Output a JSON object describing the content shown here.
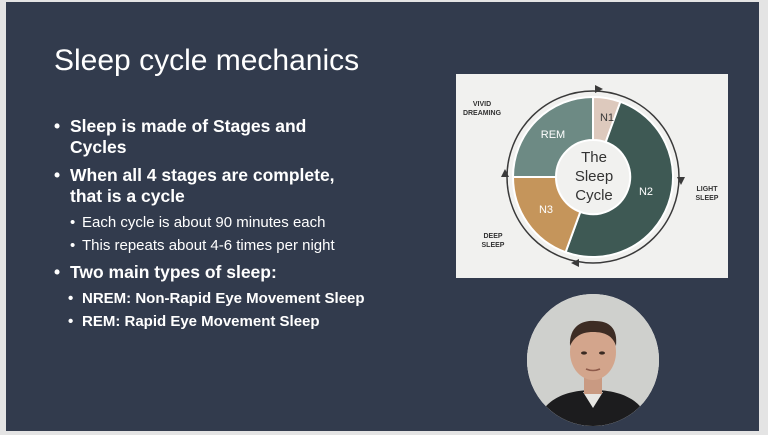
{
  "slide": {
    "title": "Sleep cycle mechanics",
    "bullets": [
      {
        "text": "Sleep is made of Stages and Cycles"
      },
      {
        "text": "When all 4 stages are complete, that is a cycle",
        "sub": [
          "Each cycle is about 90 minutes each",
          "This repeats about 4-6 times per night"
        ]
      },
      {
        "text": "Two main types of sleep:",
        "sub": [
          "NREM: Non-Rapid Eye Movement Sleep",
          "REM: Rapid Eye Movement Sleep"
        ]
      }
    ]
  },
  "figure": {
    "center_line1": "The",
    "center_line2": "Sleep",
    "center_line3": "Cycle",
    "labels": {
      "vivid1": "VIVID",
      "vivid2": "DREAMING",
      "light1": "LIGHT",
      "light2": "SLEEP",
      "deep1": "DEEP",
      "deep2": "SLEEP"
    },
    "segments": [
      {
        "name": "N1",
        "color": "#ddc9bd"
      },
      {
        "name": "N2",
        "color": "#3e5954"
      },
      {
        "name": "N3",
        "color": "#c5955b"
      },
      {
        "name": "REM",
        "color": "#6d8a84"
      }
    ]
  },
  "webcam": {
    "icon": "presenter-video"
  }
}
